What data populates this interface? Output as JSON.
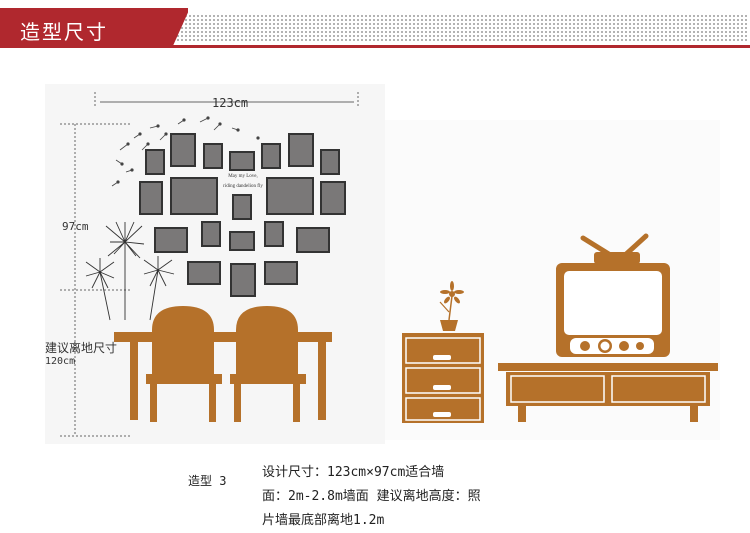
{
  "header": {
    "title": "造型尺寸"
  },
  "dimensions": {
    "width_label": "123cm",
    "height_label": "97cm",
    "install_label": "建议离地尺寸",
    "install_value": "120cm"
  },
  "frame_text": {
    "line1": "May my Love,",
    "line2": "riding dandelion fly"
  },
  "caption": {
    "model": "造型 3",
    "line1": "设计尺寸：123cm×97cm适合墙",
    "line2": "面：2m-2.8m墙面 建议离地高度：照",
    "line3": "片墙最底部离地1.2m"
  },
  "colors": {
    "accent": "#b0282e",
    "furniture": "#b5712a",
    "frame": "#333333",
    "frame_fill": "#7a7878"
  }
}
